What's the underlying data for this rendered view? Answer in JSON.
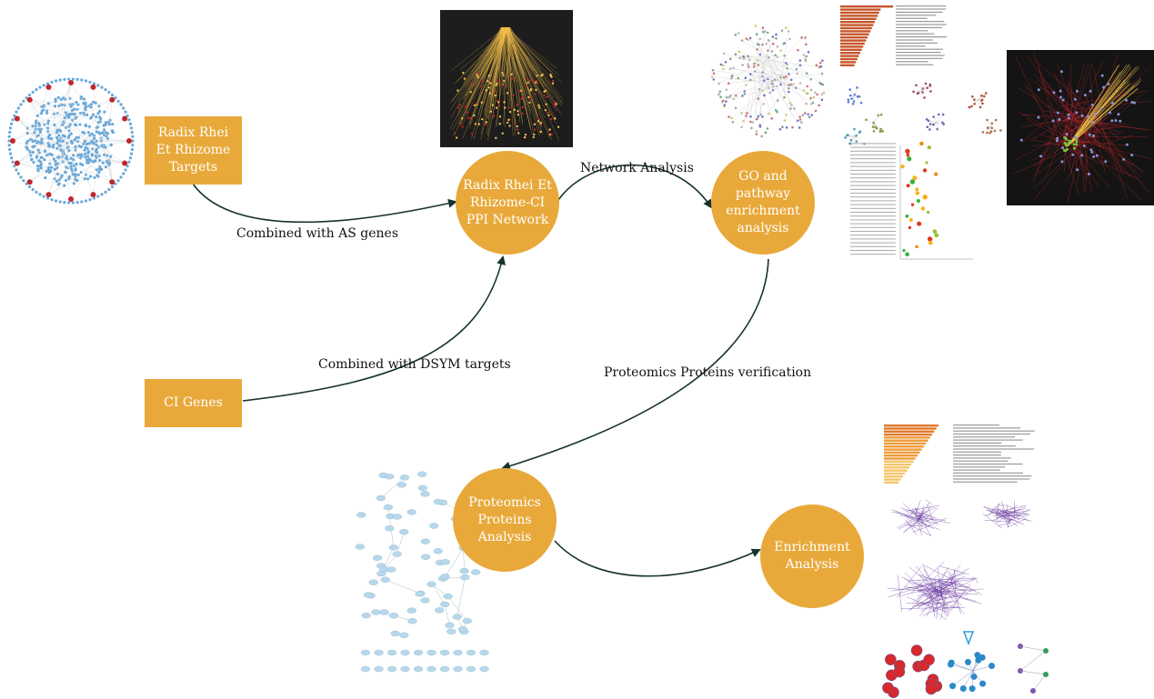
{
  "nodes": {
    "radix_targets": "Radix Rhei\nEt Rhizome\nTargets",
    "ci_genes": "CI Genes",
    "ppi_network": "Radix Rhei Et\nRhizome-CI\nPPI Network",
    "go_enrichment": "GO and\npathway\nenrichment\nanalysis",
    "proteomics": "Proteomics\nProteins\nAnalysis",
    "enrichment": "Enrichment\nAnalysis"
  },
  "edges": {
    "as_genes": "Combined with AS genes",
    "dsym_targets": "Combined with DSYM targets",
    "network_analysis": "Network Analysis",
    "proteomics_verification": "Proteomics Proteins verification"
  },
  "colors": {
    "node_fill": "#E8A93A",
    "arrow": "#16332f",
    "target_dots": "#6aa8d8",
    "network_dark_bg": "#1d1d1d",
    "network_yellow": "#f3c04a",
    "network_red": "#c0262b",
    "bar_orange": "#c7542a",
    "protein_node": "#b7d8ec"
  }
}
